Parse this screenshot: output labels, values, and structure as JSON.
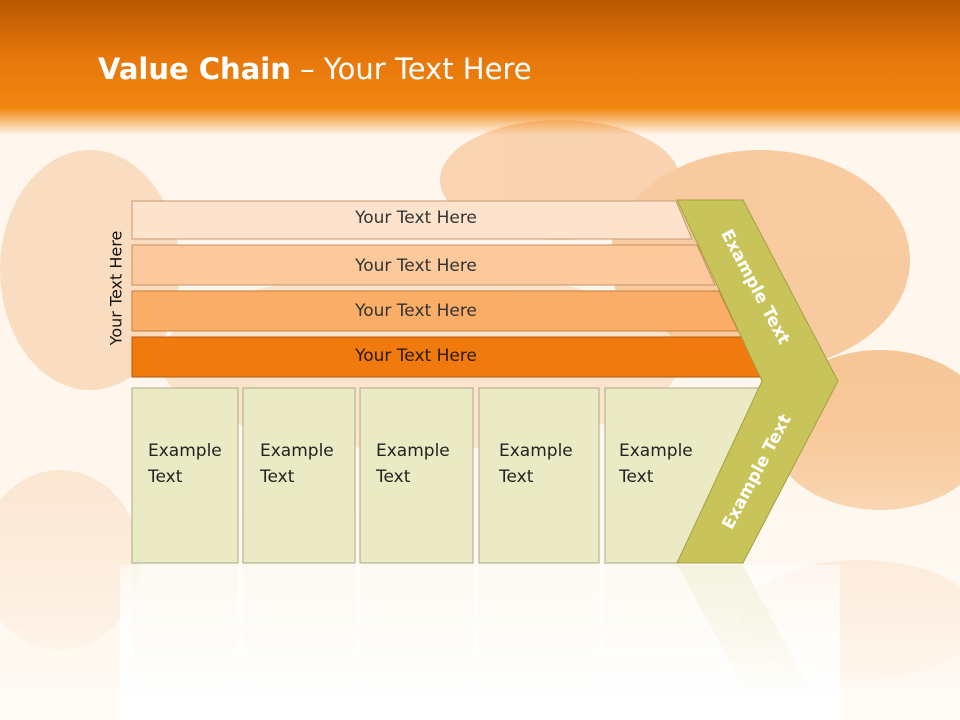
{
  "title": {
    "bold": "Value Chain",
    "rest": " – Your Text Here"
  },
  "side_label": "Your Text Here",
  "bands": [
    "Your Text Here",
    "Your Text Here",
    "Your Text Here",
    "Your Text Here"
  ],
  "cells": [
    {
      "line1": "Example",
      "line2": "Text"
    },
    {
      "line1": "Example",
      "line2": "Text"
    },
    {
      "line1": "Example",
      "line2": "Text"
    },
    {
      "line1": "Example",
      "line2": "Text"
    },
    {
      "line1": "Example",
      "line2": "Text"
    }
  ],
  "chevron": {
    "upper": "Example Text",
    "lower": "Example Text"
  },
  "colors": {
    "band1": "#fde3cc",
    "band2": "#fbc99c",
    "band3": "#f9ad66",
    "band4": "#f07a0e",
    "cells": "#eaeac4",
    "chevron": "#c8c45a"
  }
}
